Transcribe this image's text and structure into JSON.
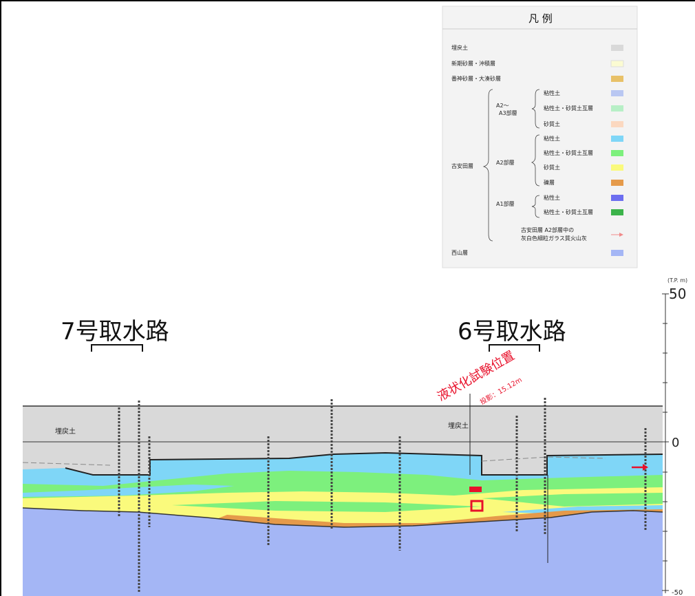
{
  "legend": {
    "title": "凡 例",
    "items": [
      {
        "label": "埋戻土",
        "color": "#d9d9d9"
      },
      {
        "label": "新期砂層・沖積層",
        "color": "#fbfbd2"
      },
      {
        "label": "番神砂層・大湊砂層",
        "color": "#e8c168"
      },
      {
        "label": "粘性土",
        "color": "#b9c7f2"
      },
      {
        "label": "粘性土・砂質土互層",
        "color": "#b7efc6"
      },
      {
        "label": "砂質土",
        "color": "#fbd8c0"
      },
      {
        "label": "粘性土",
        "color": "#7fd6f7"
      },
      {
        "label": "粘性土・砂質土互層",
        "color": "#7df07d"
      },
      {
        "label": "砂質土",
        "color": "#fafa7c"
      },
      {
        "label": "礫層",
        "color": "#e59a4a"
      },
      {
        "label": "粘性土",
        "color": "#6c6ef0"
      },
      {
        "label": "粘性土・砂質土互層",
        "color": "#3cb34a"
      },
      {
        "label": "西山層",
        "color": "#a4b6f5"
      }
    ],
    "group_a2a3": "A2～\nA3部層",
    "group_a2a3_line1": "A2～",
    "group_a2a3_line2": "A3部層",
    "group_a2": "A2部層",
    "group_a1": "A1部層",
    "group_kofuruyasuda": "古安田層",
    "ash_line1": "古安田層 A2部層中の",
    "ash_line2": "灰白色細粒ガラス質火山灰"
  },
  "axis": {
    "unit": "(T.P. m)",
    "ticks": [
      {
        "label": "50"
      },
      {
        "label": "0"
      },
      {
        "label": "-50"
      }
    ]
  },
  "intakes": {
    "no7": "7号取水路",
    "no6": "6号取水路"
  },
  "fill_label_left": "埋戻土",
  "fill_label_right": "埋戻土",
  "test_position": "液状化試験位置",
  "projection": "投影：15.12m"
}
